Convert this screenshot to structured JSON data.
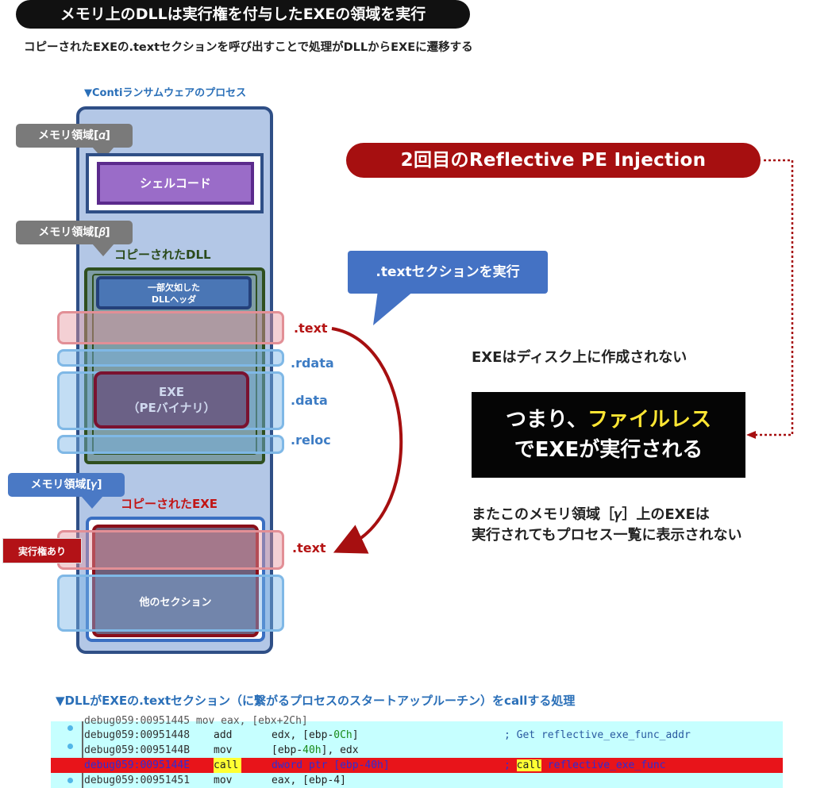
{
  "title": "メモリ上のDLLは実行権を付与したEXEの領域を実行",
  "subtitle": "コピーされたEXEの.textセクションを呼び出すことで処理がDLLからEXEに遷移する",
  "process_caption": "▼Contiランサムウェアのプロセス",
  "memory_alpha": "メモリ領域[𝛼]",
  "memory_beta": "メモリ領域[𝛽]",
  "memory_gamma": "メモリ領域[𝛾]",
  "shellcode": "シェルコード",
  "copied_dll": "コピーされたDLL",
  "dll_header_line1": "一部欠如した",
  "dll_header_line2": "DLLヘッダ",
  "exe_small_line1": "EXE",
  "exe_small_line2": "（PEバイナリ）",
  "sections": {
    "text": ".text",
    "rdata": ".rdata",
    "data": ".data",
    "reloc": ".reloc",
    "text2": ".text"
  },
  "copied_exe": "コピーされたEXE",
  "exec_right": "実行権あり",
  "other_sections": "他のセクション",
  "callout_text": ".textセクションを実行",
  "injection_title": "2回目のReflective PE Injection",
  "note1": "EXEはディスク上に作成されない",
  "fileless_line1_pre": "つまり、",
  "fileless_line1_hl": "ファイルレス",
  "fileless_line2": "でEXEが実行される",
  "note2_line1": "またこのメモリ領域［𝛾］上のEXEは",
  "note2_line2": "実行されてもプロセス一覧に表示されない",
  "code_caption": "▼DLLがEXEの.textセクション（に繋がるプロセスのスタートアップルーチン）をcallする処理",
  "code": {
    "partial": "debug059:00951445 mov     eax, [ebx+2Ch]",
    "l1_addr": "debug059:00951448",
    "l1_mn": "add",
    "l1_op_a": "edx, [ebp-",
    "l1_op_num": "0Ch",
    "l1_op_b": "]",
    "l1_cm": "; Get reflective_exe_func_addr",
    "l2_addr": "debug059:0095144B",
    "l2_mn": "mov",
    "l2_op_a": "[ebp-",
    "l2_op_num": "40h",
    "l2_op_b": "], edx",
    "l3_addr": "debug059:0095144E",
    "l3_mn": "call",
    "l3_op_a": "dword ptr [ebp-",
    "l3_op_num": "40h",
    "l3_op_b": "]",
    "l3_cm_semi": ";",
    "l3_cm_call": "call",
    "l3_cm_fn": "reflective_exe_func",
    "l4_addr": "debug059:00951451",
    "l4_mn": "mov",
    "l4_op": "eax, [ebp-4]"
  },
  "colors": {
    "injection": "#a60f10",
    "highlight": "#ffe633",
    "process_bg": "#b3c7e6",
    "code_bg": "#c6ffff"
  }
}
